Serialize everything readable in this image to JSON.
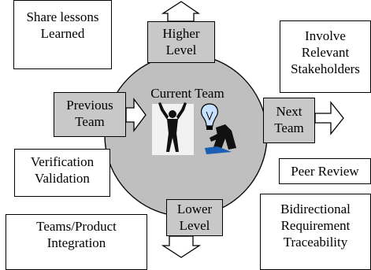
{
  "center": {
    "label": "Current Team"
  },
  "directions": {
    "higher": [
      "Higher",
      "Level"
    ],
    "lower": [
      "Lower",
      "Level"
    ],
    "previous": [
      "Previous",
      "Team"
    ],
    "next": [
      "Next",
      "Team"
    ]
  },
  "practices": {
    "share_lessons": [
      "Share lessons",
      "Learned"
    ],
    "involve_stakeholders": [
      "Involve",
      "Relevant",
      "Stakeholders"
    ],
    "verification_validation": [
      "Verification",
      "Validation"
    ],
    "peer_review": [
      "Peer Review"
    ],
    "teams_product_integration": [
      "Teams/Product",
      "Integration"
    ],
    "bidirectional_traceability": [
      "Bidirectional",
      "Requirement",
      "Traceability"
    ]
  }
}
